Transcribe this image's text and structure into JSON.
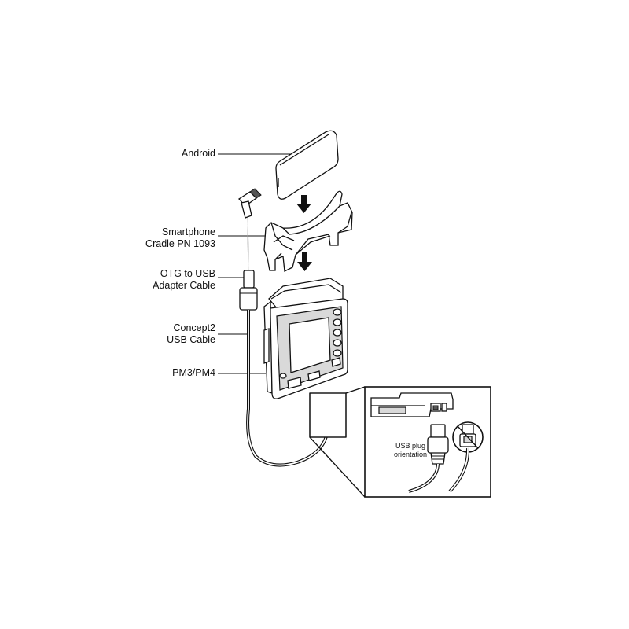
{
  "labels": {
    "android": "Android",
    "cradle": [
      "Smartphone",
      "Cradle PN 1093"
    ],
    "otg": [
      "OTG to USB",
      "Adapter Cable"
    ],
    "usb_cable": [
      "Concept2",
      "USB Cable"
    ],
    "monitor": "PM3/PM4"
  },
  "inset": {
    "caption": [
      "USB plug",
      "orientation"
    ]
  }
}
